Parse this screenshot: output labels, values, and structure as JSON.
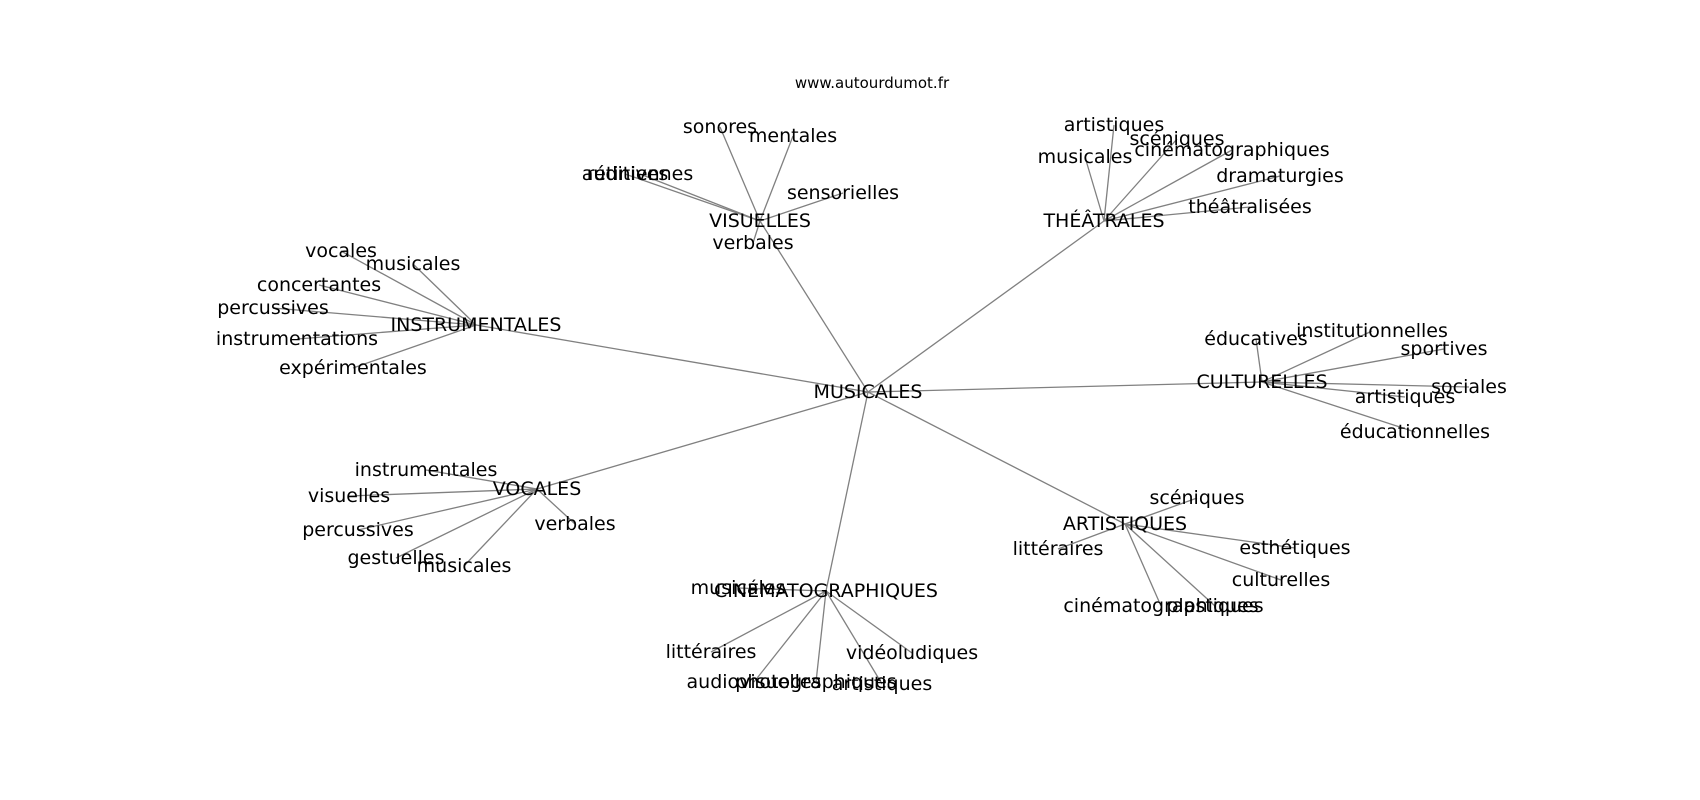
{
  "credit": "www.autourdumot.fr",
  "center": {
    "label": "MUSICALES"
  },
  "clusters": [
    {
      "id": "visuelles",
      "label": "VISUELLES",
      "leaves": [
        "sonores",
        "auditives",
        "mentales",
        "rétiniennes",
        "sensorielles",
        "verbales"
      ]
    },
    {
      "id": "theatrales",
      "label": "THÉÂTRALES",
      "leaves": [
        "artistiques",
        "scéniques",
        "musicales",
        "cinématographiques",
        "dramaturgies",
        "théâtralisées"
      ]
    },
    {
      "id": "instrumentales",
      "label": "INSTRUMENTALES",
      "leaves": [
        "vocales",
        "musicales",
        "concertantes",
        "percussives",
        "instrumentations",
        "expérimentales"
      ]
    },
    {
      "id": "culturelles",
      "label": "CULTURELLES",
      "leaves": [
        "éducatives",
        "institutionnelles",
        "sportives",
        "sociales",
        "artistiques",
        "éducationnelles"
      ]
    },
    {
      "id": "vocales",
      "label": "VOCALES",
      "leaves": [
        "instrumentales",
        "visuelles",
        "percussives",
        "verbales",
        "gestuelles",
        "musicales"
      ]
    },
    {
      "id": "artistiques",
      "label": "ARTISTIQUES",
      "leaves": [
        "scéniques",
        "littéraires",
        "esthétiques",
        "culturelles",
        "cinématographiques",
        "plastiques"
      ]
    },
    {
      "id": "cinematographiques",
      "label": "CINÉMATOGRAPHIQUES",
      "leaves": [
        "musicales",
        "littéraires",
        "vidéoludiques",
        "audiovisuelles",
        "photographiques",
        "artistiques"
      ]
    }
  ]
}
